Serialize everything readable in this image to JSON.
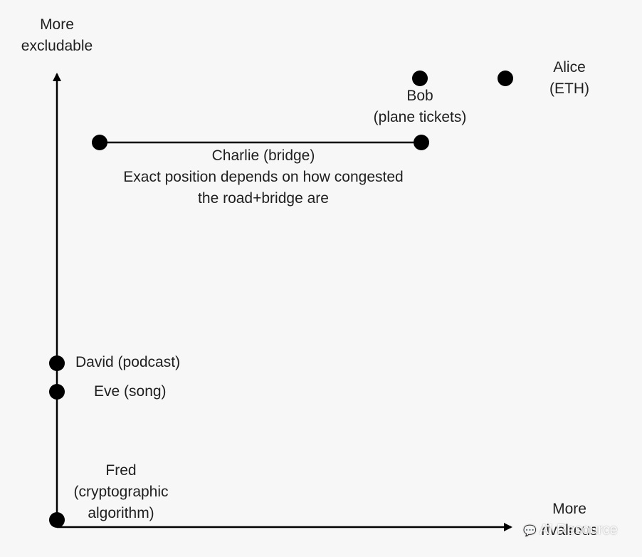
{
  "axes": {
    "y_label_line1": "More",
    "y_label_line2": "excludable",
    "x_label_line1": "More",
    "x_label_line2": "rivalrous"
  },
  "points": {
    "alice": {
      "line1": "Alice",
      "line2": "(ETH)"
    },
    "bob": {
      "line1": "Bob",
      "line2": "(plane tickets)"
    },
    "charlie": {
      "line1": "Charlie (bridge)",
      "line2": "Exact position depends on how congested",
      "line3": "the road+bridge are"
    },
    "david": {
      "line1": "David (podcast)"
    },
    "eve": {
      "line1": "Eve (song)"
    },
    "fred": {
      "line1": "Fred",
      "line2": "(cryptographic",
      "line3": "algorithm)"
    }
  },
  "watermark": {
    "text": "AI Resource",
    "icon": "wechat-icon"
  },
  "colors": {
    "ink": "#000000",
    "background": "#f7f7f7"
  }
}
